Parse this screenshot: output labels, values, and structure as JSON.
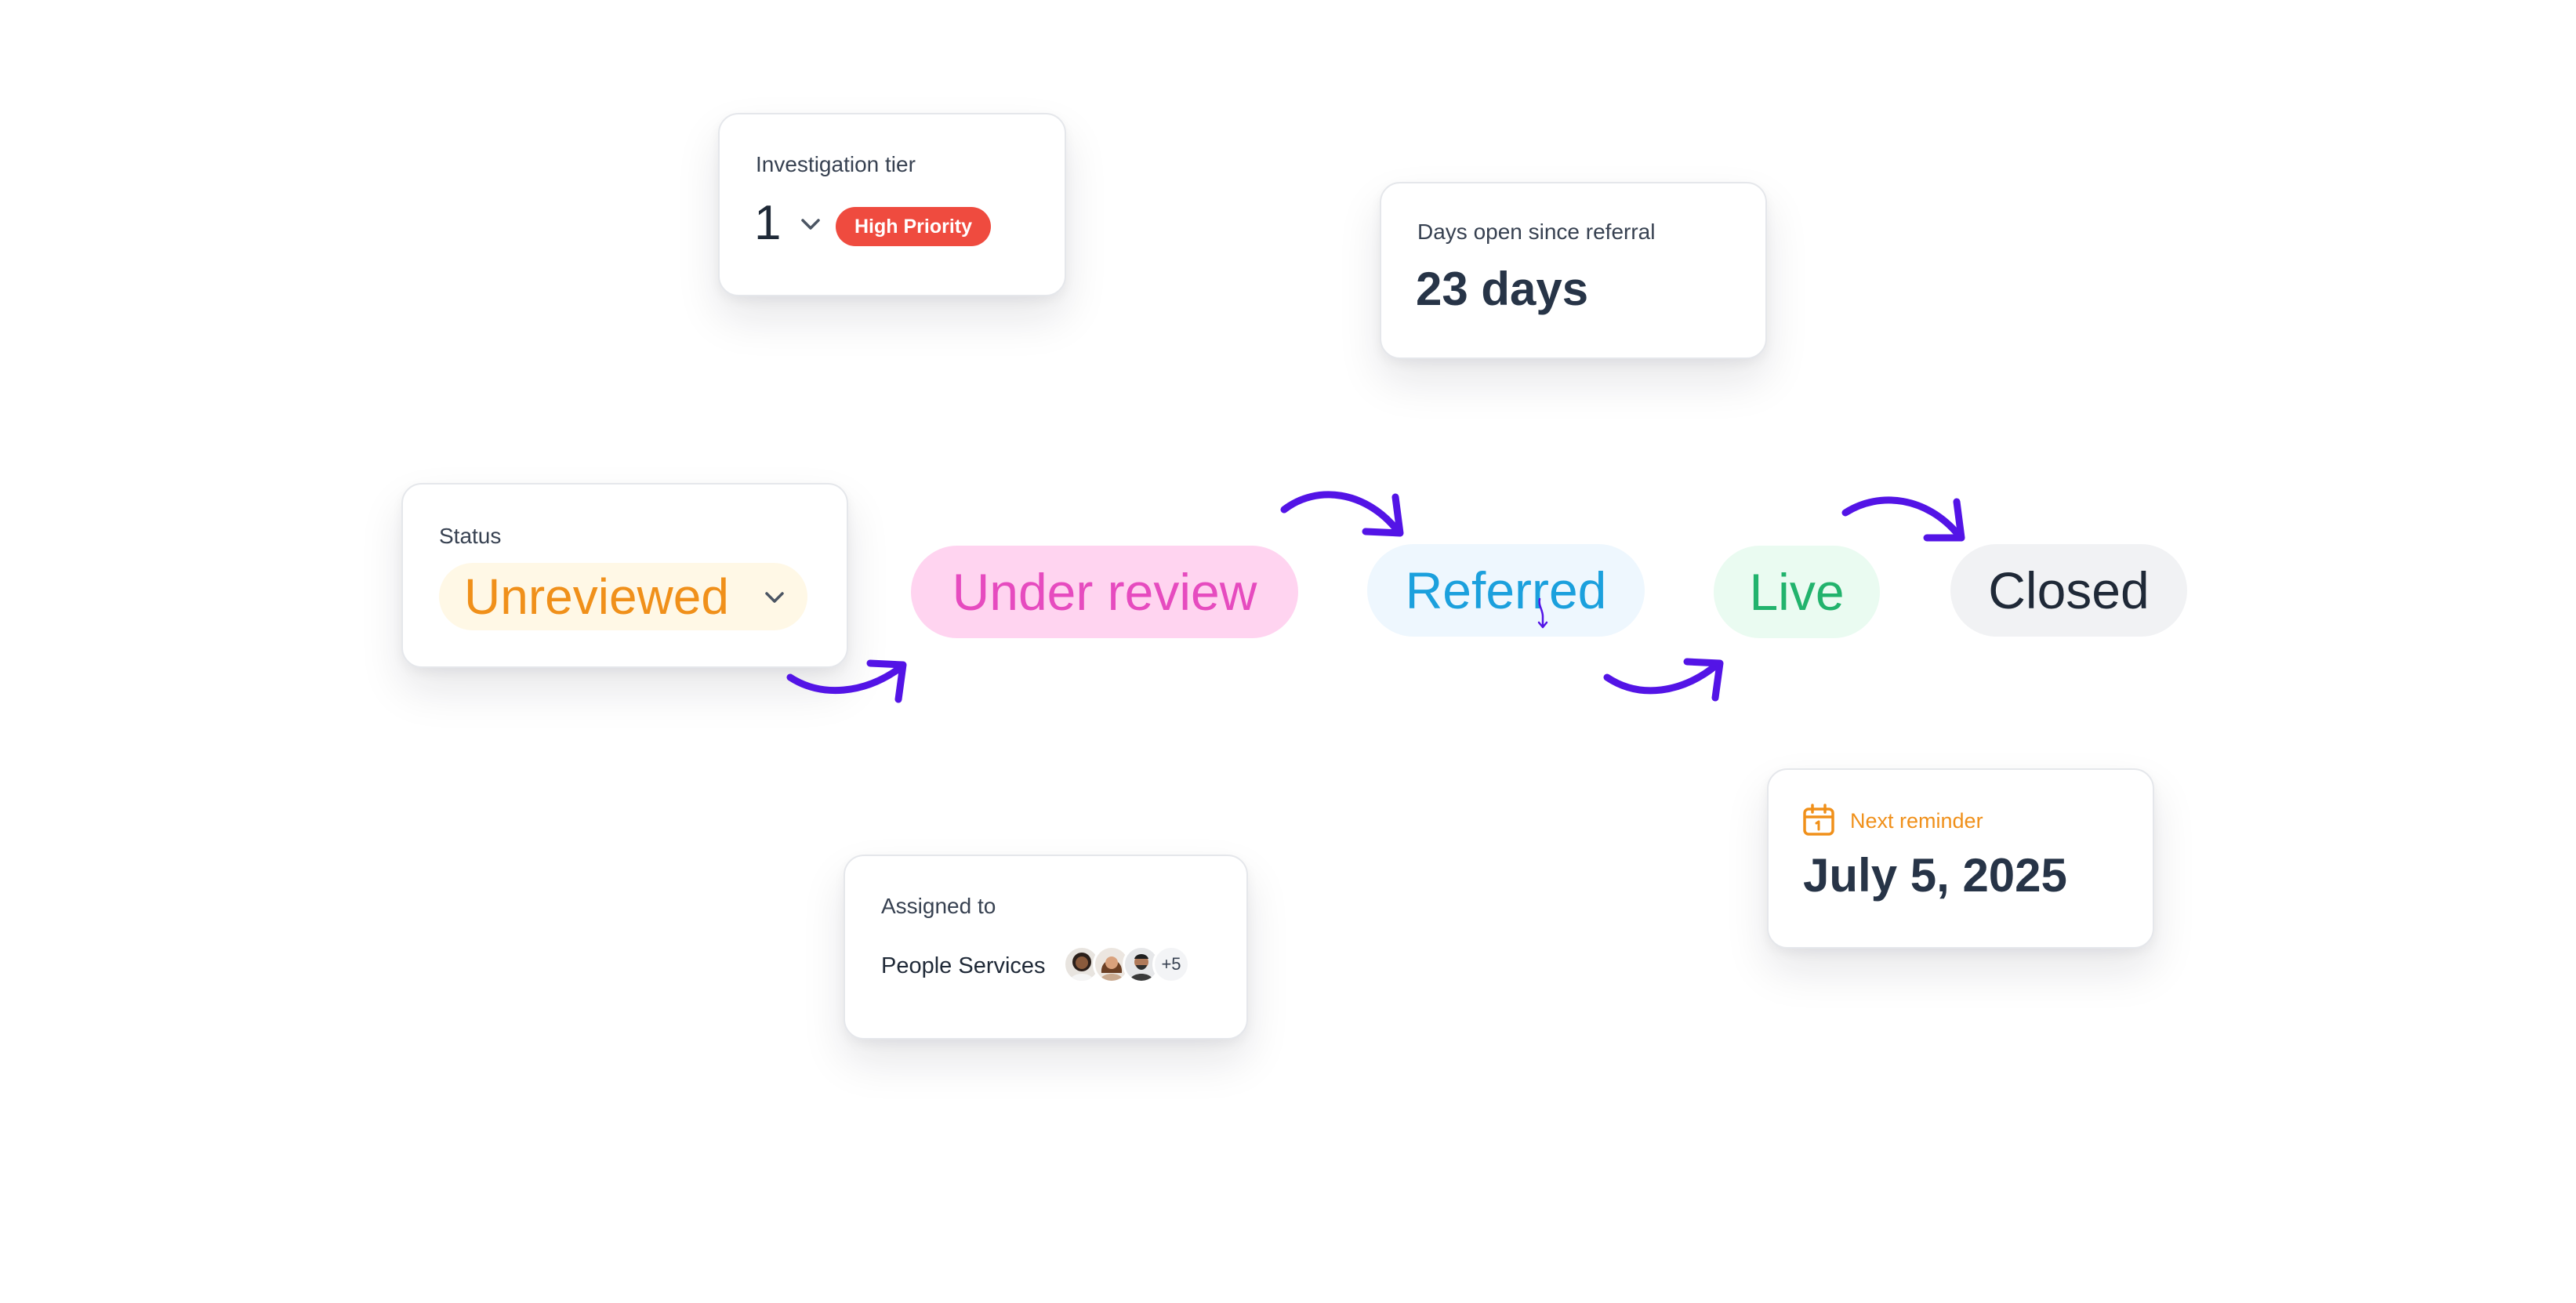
{
  "tier_card": {
    "label": "Investigation tier",
    "value": "1",
    "badge": "High Priority",
    "badge_color": "#ef4b3f"
  },
  "days_card": {
    "label": "Days open since referral",
    "value": "23 days"
  },
  "status_card": {
    "label": "Status",
    "selected": "Unreviewed",
    "selected_color": "#f0901a"
  },
  "pipeline": {
    "under_review": "Under review",
    "referred": "Referred",
    "live": "Live",
    "closed": "Closed",
    "arrow_color": "#5314e6"
  },
  "assigned_card": {
    "label": "Assigned to",
    "team": "People Services",
    "more_count": "+5"
  },
  "reminder_card": {
    "label": "Next reminder",
    "date": "July 5, 2025",
    "icon": "calendar-icon"
  }
}
